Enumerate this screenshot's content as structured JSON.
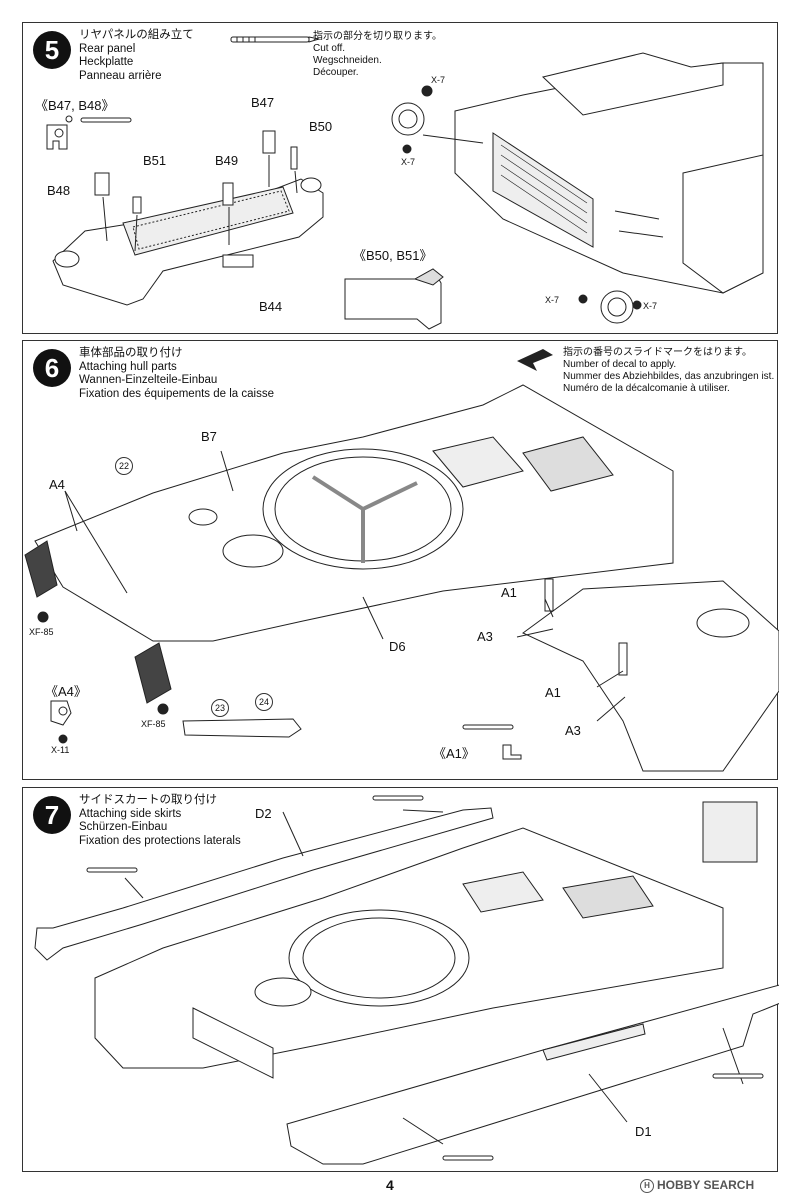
{
  "step5": {
    "number": "5",
    "title_ja": "リヤパネルの組み立て",
    "title_en": "Rear panel",
    "title_de": "Heckplatte",
    "title_fr": "Panneau arrière",
    "cut_note_ja": "指示の部分を切り取ります。",
    "cut_note_en": "Cut off.",
    "cut_note_de": "Wegschneiden.",
    "cut_note_fr": "Découper.",
    "detail_a": "《B47, B48》",
    "detail_b": "《B50, B51》",
    "parts": {
      "b47": "B47",
      "b50": "B50",
      "b51": "B51",
      "b49": "B49",
      "b48": "B48",
      "b44": "B44"
    },
    "paints": {
      "x7_top": "X-7",
      "x7_top2": "X-7",
      "x7_bottom_left": "X-7",
      "x7_bottom_right": "X-7"
    }
  },
  "step6": {
    "number": "6",
    "title_ja": "車体部品の取り付け",
    "title_en": "Attaching hull parts",
    "title_de": "Wannen-Einzelteile-Einbau",
    "title_fr": "Fixation des équipements de la caisse",
    "decal_note_ja": "指示の番号のスライドマークをはります。",
    "decal_note_en": "Number of decal to apply.",
    "decal_note_de": "Nummer des Abziehbildes, das anzubringen ist.",
    "decal_note_fr": "Numéro de la décalcomanie à utiliser.",
    "parts": {
      "b7": "B7",
      "a4": "A4",
      "d6": "D6",
      "a1_top": "A1",
      "a3_top": "A3",
      "a1_bottom": "A1",
      "a3_bottom": "A3"
    },
    "decals": {
      "d22": "22",
      "d23": "23",
      "d24": "24"
    },
    "paints": {
      "xf85_left": "XF-85",
      "xf85_bottom": "XF-85",
      "x11": "X-11"
    },
    "detail_a4": "《A4》",
    "detail_a1": "《A1》"
  },
  "step7": {
    "number": "7",
    "title_ja": "サイドスカートの取り付け",
    "title_en": "Attaching side skirts",
    "title_de": "Schürzen-Einbau",
    "title_fr": "Fixation des protections laterals",
    "parts": {
      "d2": "D2",
      "d1": "D1"
    }
  },
  "footer": {
    "page_number": "4",
    "watermark": "HOBBY SEARCH"
  }
}
